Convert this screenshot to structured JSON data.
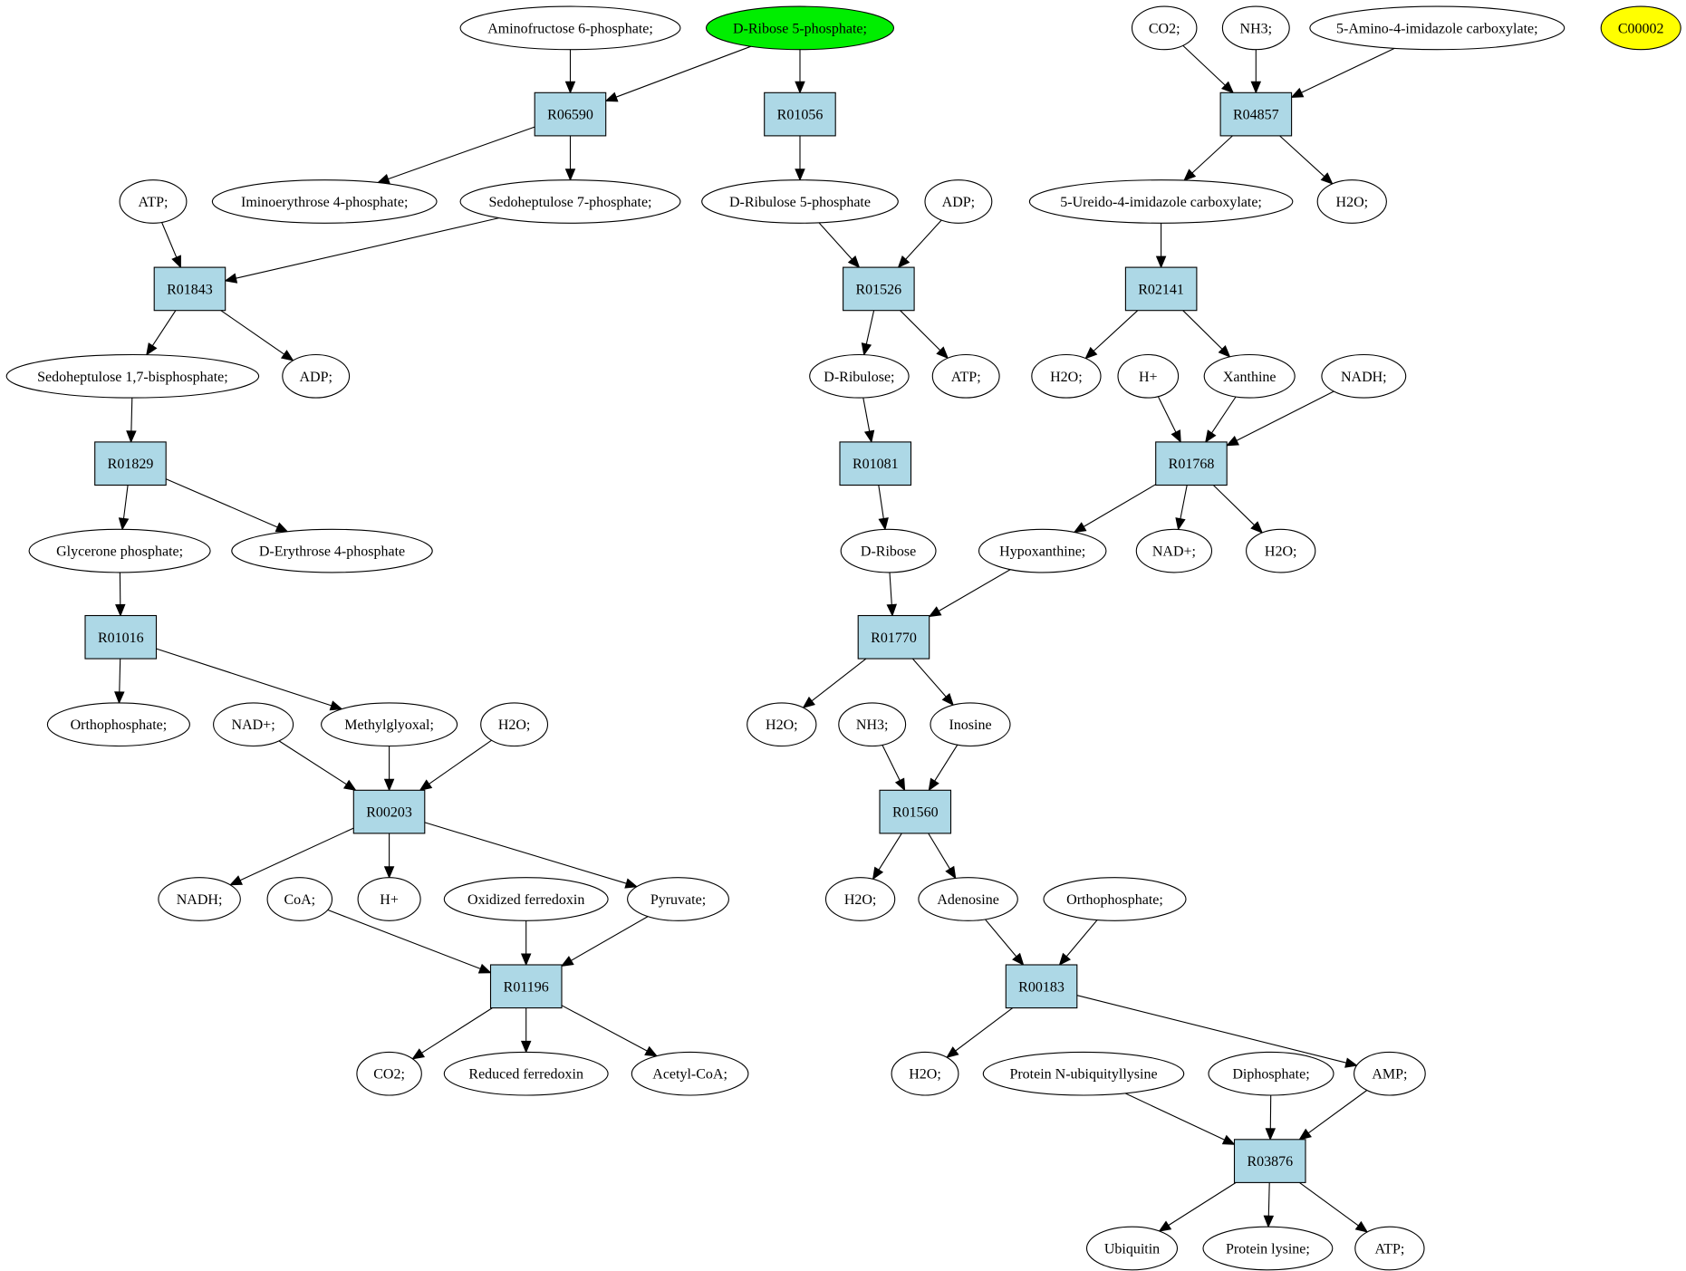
{
  "colors": {
    "reaction_fill": "#add8e6",
    "metabolite_fill": "#ffffff",
    "start_fill": "#00ee00",
    "extra_fill": "#ffff00",
    "stroke": "#000000"
  },
  "diagram": {
    "nodes": [
      {
        "id": "aminofructose",
        "label": "Aminofructose 6-phosphate;",
        "kind": "metabolite"
      },
      {
        "id": "dribose5p",
        "label": "D-Ribose 5-phosphate;",
        "kind": "start"
      },
      {
        "id": "co2_a",
        "label": "CO2;",
        "kind": "metabolite"
      },
      {
        "id": "nh3_a",
        "label": "NH3;",
        "kind": "metabolite"
      },
      {
        "id": "aica",
        "label": "5-Amino-4-imidazole carboxylate;",
        "kind": "metabolite"
      },
      {
        "id": "c00002",
        "label": "C00002",
        "kind": "extra"
      },
      {
        "id": "R06590",
        "label": "R06590",
        "kind": "reaction"
      },
      {
        "id": "R01056",
        "label": "R01056",
        "kind": "reaction"
      },
      {
        "id": "R04857",
        "label": "R04857",
        "kind": "reaction"
      },
      {
        "id": "atp_a",
        "label": "ATP;",
        "kind": "metabolite"
      },
      {
        "id": "iminoery",
        "label": "Iminoerythrose 4-phosphate;",
        "kind": "metabolite"
      },
      {
        "id": "sedo7p",
        "label": "Sedoheptulose 7-phosphate;",
        "kind": "metabolite"
      },
      {
        "id": "dribulose5p",
        "label": "D-Ribulose 5-phosphate",
        "kind": "metabolite"
      },
      {
        "id": "adp_a",
        "label": "ADP;",
        "kind": "metabolite"
      },
      {
        "id": "ureido",
        "label": "5-Ureido-4-imidazole carboxylate;",
        "kind": "metabolite"
      },
      {
        "id": "h2o_a",
        "label": "H2O;",
        "kind": "metabolite"
      },
      {
        "id": "R01843",
        "label": "R01843",
        "kind": "reaction"
      },
      {
        "id": "R01526",
        "label": "R01526",
        "kind": "reaction"
      },
      {
        "id": "R02141",
        "label": "R02141",
        "kind": "reaction"
      },
      {
        "id": "sedo17bp",
        "label": "Sedoheptulose 1,7-bisphosphate;",
        "kind": "metabolite"
      },
      {
        "id": "adp_b",
        "label": "ADP;",
        "kind": "metabolite"
      },
      {
        "id": "dribulose",
        "label": "D-Ribulose;",
        "kind": "metabolite"
      },
      {
        "id": "atp_b",
        "label": "ATP;",
        "kind": "metabolite"
      },
      {
        "id": "h2o_b",
        "label": "H2O;",
        "kind": "metabolite"
      },
      {
        "id": "hplus_a",
        "label": "H+",
        "kind": "metabolite"
      },
      {
        "id": "xanthine",
        "label": "Xanthine",
        "kind": "metabolite"
      },
      {
        "id": "nadh_a",
        "label": "NADH;",
        "kind": "metabolite"
      },
      {
        "id": "R01829",
        "label": "R01829",
        "kind": "reaction"
      },
      {
        "id": "R01081",
        "label": "R01081",
        "kind": "reaction"
      },
      {
        "id": "R01768",
        "label": "R01768",
        "kind": "reaction"
      },
      {
        "id": "glycerone",
        "label": "Glycerone phosphate;",
        "kind": "metabolite"
      },
      {
        "id": "derythrose",
        "label": "D-Erythrose 4-phosphate",
        "kind": "metabolite"
      },
      {
        "id": "dribose",
        "label": "D-Ribose",
        "kind": "metabolite"
      },
      {
        "id": "hypoxanthine",
        "label": "Hypoxanthine;",
        "kind": "metabolite"
      },
      {
        "id": "nadp_a",
        "label": "NAD+;",
        "kind": "metabolite"
      },
      {
        "id": "h2o_c",
        "label": "H2O;",
        "kind": "metabolite"
      },
      {
        "id": "R01016",
        "label": "R01016",
        "kind": "reaction"
      },
      {
        "id": "R01770",
        "label": "R01770",
        "kind": "reaction"
      },
      {
        "id": "ortho_a",
        "label": "Orthophosphate;",
        "kind": "metabolite"
      },
      {
        "id": "nadp_b",
        "label": "NAD+;",
        "kind": "metabolite"
      },
      {
        "id": "methylglyoxal",
        "label": "Methylglyoxal;",
        "kind": "metabolite"
      },
      {
        "id": "h2o_d",
        "label": "H2O;",
        "kind": "metabolite"
      },
      {
        "id": "h2o_e",
        "label": "H2O;",
        "kind": "metabolite"
      },
      {
        "id": "nh3_b",
        "label": "NH3;",
        "kind": "metabolite"
      },
      {
        "id": "inosine",
        "label": "Inosine",
        "kind": "metabolite"
      },
      {
        "id": "R00203",
        "label": "R00203",
        "kind": "reaction"
      },
      {
        "id": "R01560",
        "label": "R01560",
        "kind": "reaction"
      },
      {
        "id": "nadh_b",
        "label": "NADH;",
        "kind": "metabolite"
      },
      {
        "id": "coa",
        "label": "CoA;",
        "kind": "metabolite"
      },
      {
        "id": "hplus_b",
        "label": "H+",
        "kind": "metabolite"
      },
      {
        "id": "oxferr",
        "label": "Oxidized ferredoxin",
        "kind": "metabolite"
      },
      {
        "id": "pyruvate",
        "label": "Pyruvate;",
        "kind": "metabolite"
      },
      {
        "id": "h2o_f",
        "label": "H2O;",
        "kind": "metabolite"
      },
      {
        "id": "adenosine",
        "label": "Adenosine",
        "kind": "metabolite"
      },
      {
        "id": "ortho_b",
        "label": "Orthophosphate;",
        "kind": "metabolite"
      },
      {
        "id": "R01196",
        "label": "R01196",
        "kind": "reaction"
      },
      {
        "id": "R00183",
        "label": "R00183",
        "kind": "reaction"
      },
      {
        "id": "co2_b",
        "label": "CO2;",
        "kind": "metabolite"
      },
      {
        "id": "redferr",
        "label": "Reduced ferredoxin",
        "kind": "metabolite"
      },
      {
        "id": "acetylcoa",
        "label": "Acetyl-CoA;",
        "kind": "metabolite"
      },
      {
        "id": "h2o_g",
        "label": "H2O;",
        "kind": "metabolite"
      },
      {
        "id": "protnub",
        "label": "Protein N-ubiquityllysine",
        "kind": "metabolite"
      },
      {
        "id": "diphosphate",
        "label": "Diphosphate;",
        "kind": "metabolite"
      },
      {
        "id": "amp",
        "label": "AMP;",
        "kind": "metabolite"
      },
      {
        "id": "R03876",
        "label": "R03876",
        "kind": "reaction"
      },
      {
        "id": "ubiquitin",
        "label": "Ubiquitin",
        "kind": "metabolite"
      },
      {
        "id": "protlys",
        "label": "Protein lysine;",
        "kind": "metabolite"
      },
      {
        "id": "atp_c",
        "label": "ATP;",
        "kind": "metabolite"
      }
    ],
    "edges": [
      [
        "aminofructose",
        "R06590"
      ],
      [
        "dribose5p",
        "R06590"
      ],
      [
        "dribose5p",
        "R01056"
      ],
      [
        "R06590",
        "iminoery"
      ],
      [
        "R06590",
        "sedo7p"
      ],
      [
        "R01056",
        "dribulose5p"
      ],
      [
        "co2_a",
        "R04857"
      ],
      [
        "nh3_a",
        "R04857"
      ],
      [
        "aica",
        "R04857"
      ],
      [
        "R04857",
        "ureido"
      ],
      [
        "R04857",
        "h2o_a"
      ],
      [
        "atp_a",
        "R01843"
      ],
      [
        "sedo7p",
        "R01843"
      ],
      [
        "R01843",
        "sedo17bp"
      ],
      [
        "R01843",
        "adp_b"
      ],
      [
        "dribulose5p",
        "R01526"
      ],
      [
        "adp_a",
        "R01526"
      ],
      [
        "R01526",
        "dribulose"
      ],
      [
        "R01526",
        "atp_b"
      ],
      [
        "ureido",
        "R02141"
      ],
      [
        "R02141",
        "h2o_b"
      ],
      [
        "R02141",
        "xanthine"
      ],
      [
        "sedo17bp",
        "R01829"
      ],
      [
        "R01829",
        "glycerone"
      ],
      [
        "R01829",
        "derythrose"
      ],
      [
        "dribulose",
        "R01081"
      ],
      [
        "R01081",
        "dribose"
      ],
      [
        "hplus_a",
        "R01768"
      ],
      [
        "xanthine",
        "R01768"
      ],
      [
        "nadh_a",
        "R01768"
      ],
      [
        "R01768",
        "hypoxanthine"
      ],
      [
        "R01768",
        "nadp_a"
      ],
      [
        "R01768",
        "h2o_c"
      ],
      [
        "glycerone",
        "R01016"
      ],
      [
        "R01016",
        "ortho_a"
      ],
      [
        "R01016",
        "methylglyoxal"
      ],
      [
        "dribose",
        "R01770"
      ],
      [
        "hypoxanthine",
        "R01770"
      ],
      [
        "R01770",
        "h2o_e"
      ],
      [
        "R01770",
        "inosine"
      ],
      [
        "nadp_b",
        "R00203"
      ],
      [
        "methylglyoxal",
        "R00203"
      ],
      [
        "h2o_d",
        "R00203"
      ],
      [
        "R00203",
        "nadh_b"
      ],
      [
        "R00203",
        "hplus_b"
      ],
      [
        "R00203",
        "pyruvate"
      ],
      [
        "nh3_b",
        "R01560"
      ],
      [
        "inosine",
        "R01560"
      ],
      [
        "R01560",
        "h2o_f"
      ],
      [
        "R01560",
        "adenosine"
      ],
      [
        "coa",
        "R01196"
      ],
      [
        "oxferr",
        "R01196"
      ],
      [
        "pyruvate",
        "R01196"
      ],
      [
        "R01196",
        "co2_b"
      ],
      [
        "R01196",
        "redferr"
      ],
      [
        "R01196",
        "acetylcoa"
      ],
      [
        "adenosine",
        "R00183"
      ],
      [
        "ortho_b",
        "R00183"
      ],
      [
        "R00183",
        "h2o_g"
      ],
      [
        "R00183",
        "amp"
      ],
      [
        "protnub",
        "R03876"
      ],
      [
        "diphosphate",
        "R03876"
      ],
      [
        "amp",
        "R03876"
      ],
      [
        "R03876",
        "ubiquitin"
      ],
      [
        "R03876",
        "protlys"
      ],
      [
        "R03876",
        "atp_c"
      ]
    ]
  }
}
